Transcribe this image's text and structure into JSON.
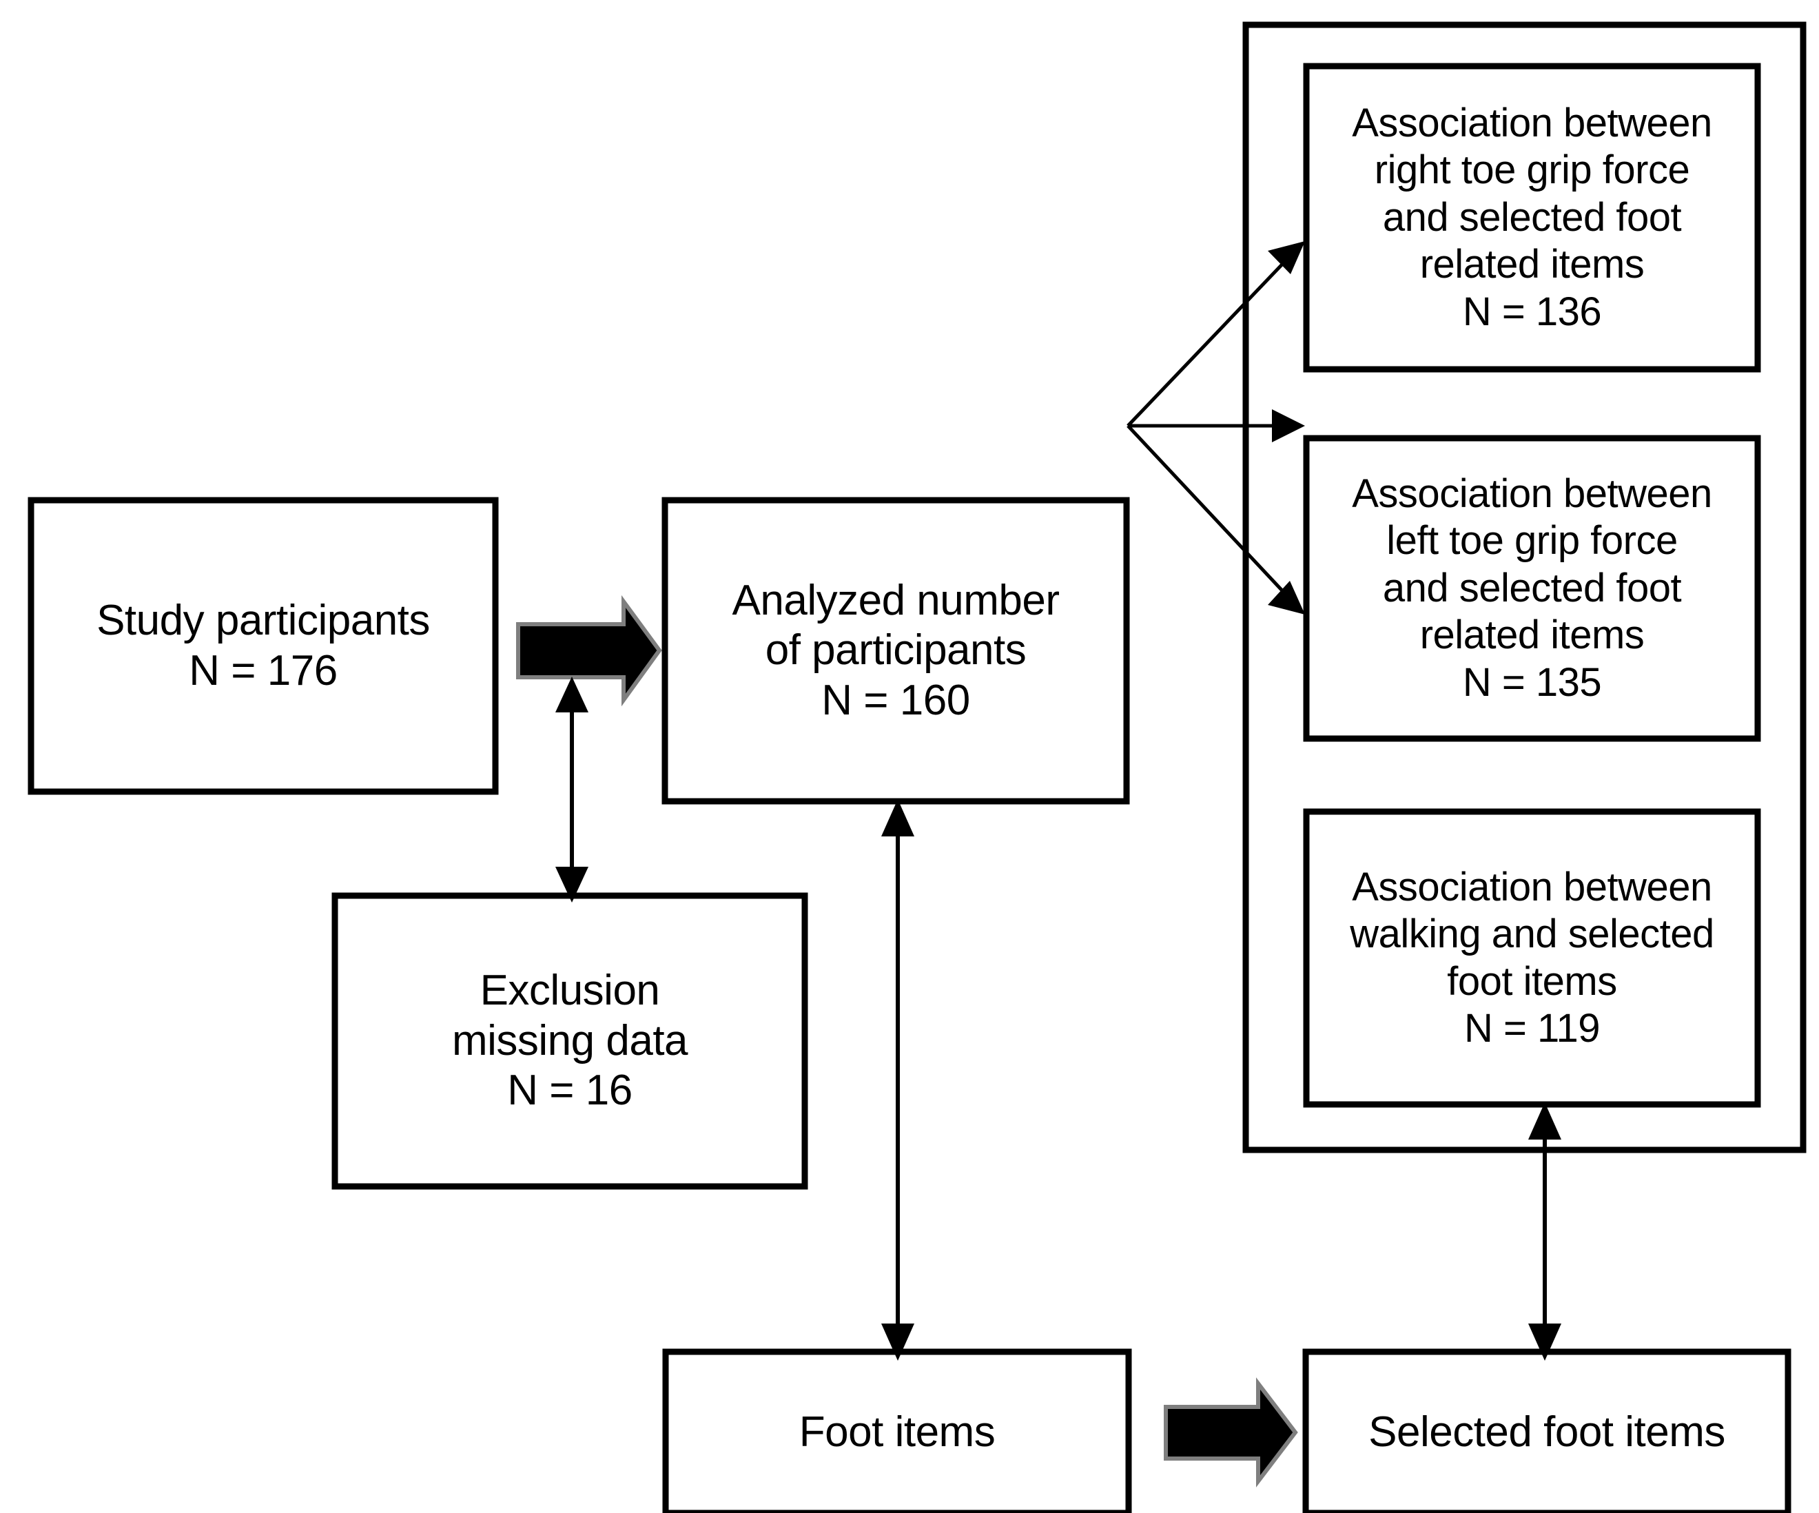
{
  "diagram": {
    "title": "Study participant flow diagram",
    "type": "flowchart",
    "background_color": "#ffffff",
    "line_color": "#000000",
    "block_arrow_fill": "#000000",
    "block_arrow_outline": "#7f7f7f",
    "nodes": {
      "study_participants": {
        "label": "Study participants\nN = 176",
        "text": "Study participants",
        "count": "N = 176"
      },
      "analyzed_participants": {
        "label": "Analyzed number\nof participants\nN = 160",
        "text": "Analyzed number of participants",
        "count": "N = 160"
      },
      "exclusion": {
        "label": "Exclusion\nmissing data\nN = 16",
        "text": "Exclusion missing data",
        "count": "N = 16"
      },
      "assoc_right_toe": {
        "label": "Association between\nright toe grip force\nand selected foot\nrelated items\nN = 136",
        "text": "Association between right toe grip force and selected foot related items",
        "count": "N = 136"
      },
      "assoc_left_toe": {
        "label": "Association between\nleft toe grip force\nand selected foot\nrelated items\nN = 135",
        "text": "Association between left toe grip force and selected foot related items",
        "count": "N = 135"
      },
      "assoc_walking": {
        "label": "Association between\nwalking and selected\nfoot items\nN = 119",
        "text": "Association between walking and selected foot items",
        "count": "N = 119"
      },
      "foot_items": {
        "label": "Foot items",
        "text": "Foot items"
      },
      "selected_foot_items": {
        "label": "Selected foot items",
        "text": "Selected foot items"
      }
    },
    "connectors": [
      {
        "name": "study-to-analyzed",
        "style": "block-arrow",
        "direction": "right"
      },
      {
        "name": "analyzed-to-exclusion",
        "style": "double-headed-line",
        "direction": "vertical"
      },
      {
        "name": "analyzed-to-right-toe",
        "style": "line-arrow",
        "direction": "up-right"
      },
      {
        "name": "analyzed-to-left-toe",
        "style": "line-arrow",
        "direction": "right"
      },
      {
        "name": "analyzed-to-walking",
        "style": "line-arrow",
        "direction": "down-right"
      },
      {
        "name": "analyzed-to-foot-items",
        "style": "double-headed-line",
        "direction": "vertical"
      },
      {
        "name": "foot-items-to-selected",
        "style": "block-arrow",
        "direction": "right"
      },
      {
        "name": "selected-to-walking",
        "style": "double-headed-line",
        "direction": "vertical"
      }
    ]
  }
}
